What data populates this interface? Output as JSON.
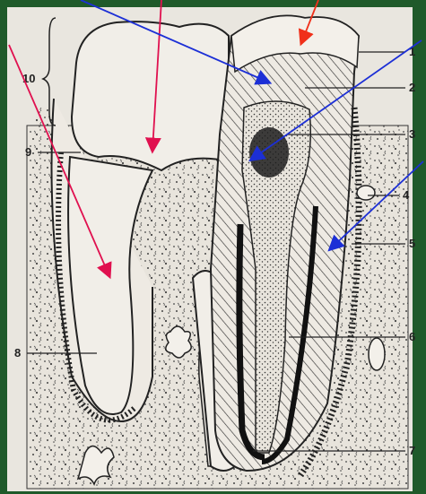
{
  "diagram": {
    "labels": {
      "l1": "1",
      "l2": "2",
      "l3": "3",
      "l4": "4",
      "l5": "5",
      "l6": "6",
      "l7": "7",
      "l8": "8",
      "l9": "9",
      "l10": "10"
    },
    "colors": {
      "frame_background": "#1f5a2a",
      "paper": "#e9e6df",
      "ink": "#222222",
      "arrow_red": "#e0104f",
      "arrow_blue": "#1c2fd6",
      "arrow_orange_red": "#f0301a"
    }
  }
}
